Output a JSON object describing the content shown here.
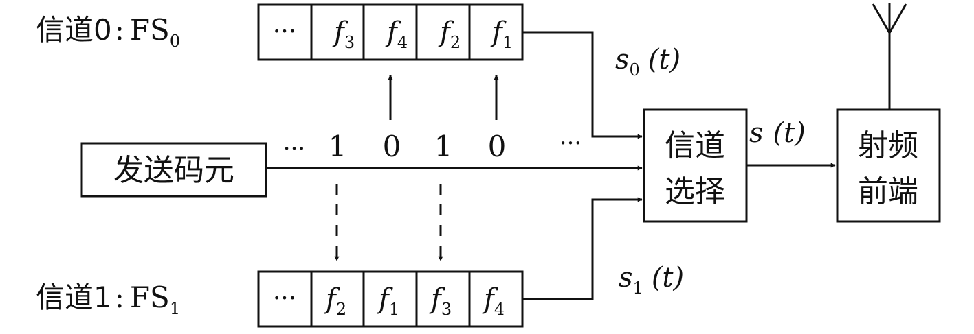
{
  "channel0": {
    "label": "信道0",
    "colon": ":",
    "fs_label": "FS",
    "fs_sub": "0",
    "cells": [
      {
        "text": "···",
        "sub": ""
      },
      {
        "text": "f",
        "sub": "3"
      },
      {
        "text": "f",
        "sub": "4"
      },
      {
        "text": "f",
        "sub": "2"
      },
      {
        "text": "f",
        "sub": "1"
      }
    ],
    "signal": {
      "name": "s",
      "sub": "0",
      "arg": "(t)"
    }
  },
  "channel1": {
    "label": "信道1",
    "colon": ":",
    "fs_label": "FS",
    "fs_sub": "1",
    "cells": [
      {
        "text": "···",
        "sub": ""
      },
      {
        "text": "f",
        "sub": "2"
      },
      {
        "text": "f",
        "sub": "1"
      },
      {
        "text": "f",
        "sub": "3"
      },
      {
        "text": "f",
        "sub": "4"
      }
    ],
    "signal": {
      "name": "s",
      "sub": "1",
      "arg": "(t)"
    }
  },
  "source_box": {
    "label": "发送码元"
  },
  "bit_sequence": {
    "leading": "···",
    "bits": [
      "1",
      "0",
      "1",
      "0"
    ],
    "trailing": "···"
  },
  "selector_box": {
    "line1": "信道",
    "line2": "选择"
  },
  "output_signal": {
    "name": "s",
    "arg": "(t)"
  },
  "rf_box": {
    "line1": "射频",
    "line2": "前端"
  }
}
